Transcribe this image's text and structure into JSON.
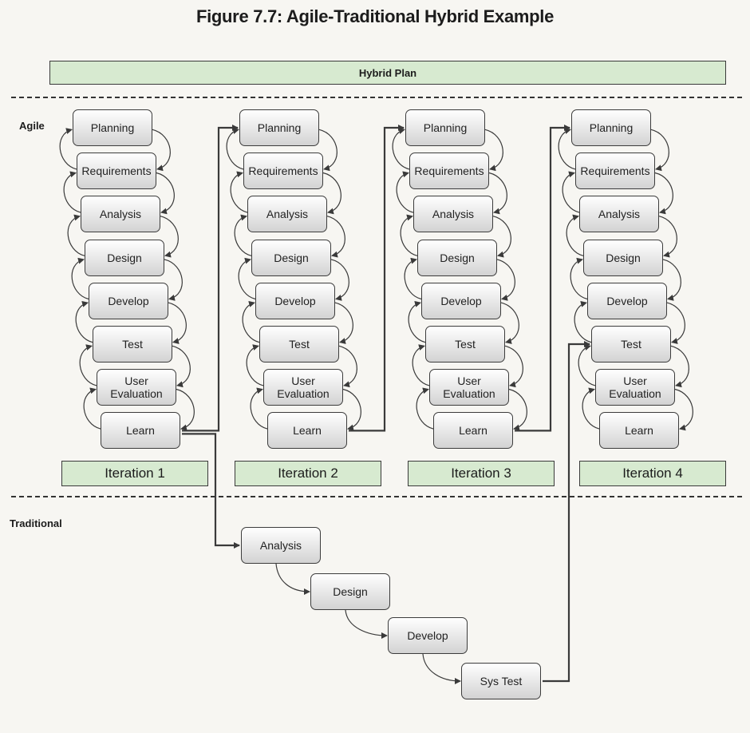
{
  "title": "Figure 7.7: Agile-Traditional Hybrid Example",
  "hybrid_label": "Hybrid Plan",
  "agile_label": "Agile",
  "traditional_label": "Traditional",
  "agile_steps": [
    "Planning",
    "Requirements",
    "Analysis",
    "Design",
    "Develop",
    "Test",
    "User\nEvaluation",
    "Learn"
  ],
  "iterations": [
    "Iteration 1",
    "Iteration 2",
    "Iteration 3",
    "Iteration 4"
  ],
  "traditional_steps": [
    "Analysis",
    "Design",
    "Develop",
    "Sys Test"
  ],
  "colors": {
    "bar_fill": "#d7ead0",
    "box_fill": "#e6e6e6",
    "line": "#3a3a3a"
  }
}
